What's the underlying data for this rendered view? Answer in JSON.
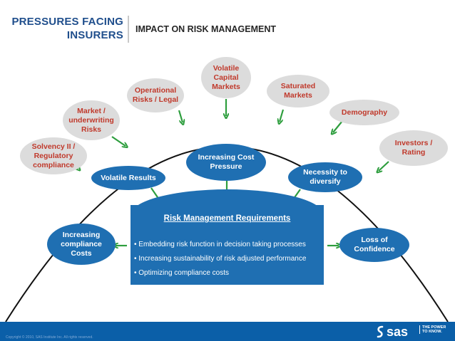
{
  "header": {
    "title_line1": "PRESSURES FACING",
    "title_line2": "INSURERS",
    "subtitle": "IMPACT ON RISK MANAGEMENT"
  },
  "pressures": [
    {
      "id": "solvency",
      "label": "Solvency II / Regulatory compliance"
    },
    {
      "id": "market",
      "label": "Market / underwriting Risks"
    },
    {
      "id": "operational",
      "label": "Operational Risks / Legal"
    },
    {
      "id": "volatile-capital",
      "label": "Volatile Capital Markets"
    },
    {
      "id": "saturated",
      "label": "Saturated Markets"
    },
    {
      "id": "demography",
      "label": "Demography"
    },
    {
      "id": "investors",
      "label": "Investors / Rating"
    }
  ],
  "impacts": [
    {
      "id": "volatile-results",
      "label": "Volatile Results"
    },
    {
      "id": "cost-pressure",
      "label": "Increasing Cost Pressure"
    },
    {
      "id": "diversity",
      "label": "Necessity to diversify"
    },
    {
      "id": "compliance-costs",
      "label": "Increasing compliance Costs"
    },
    {
      "id": "confidence",
      "label": "Loss of Confidence"
    }
  ],
  "requirements": {
    "title": "Risk Management Requirements",
    "items": [
      "• Embedding risk function in decision taking processes",
      "• Increasing sustainability of risk adjusted performance",
      "• Optimizing compliance costs"
    ]
  },
  "footer": {
    "copyright": "Copyright © 2010, SAS Institute Inc. All rights reserved.",
    "logo": "sas",
    "tagline": "THE POWER TO KNOW."
  },
  "colors": {
    "pressure_text": "#c0392b",
    "pressure_fill": "#dcdcdc",
    "impact_fill": "#1f6fb2",
    "arrow": "#2e9e3e",
    "title_blue": "#1f4e8c",
    "footer": "#0b5fa8"
  }
}
